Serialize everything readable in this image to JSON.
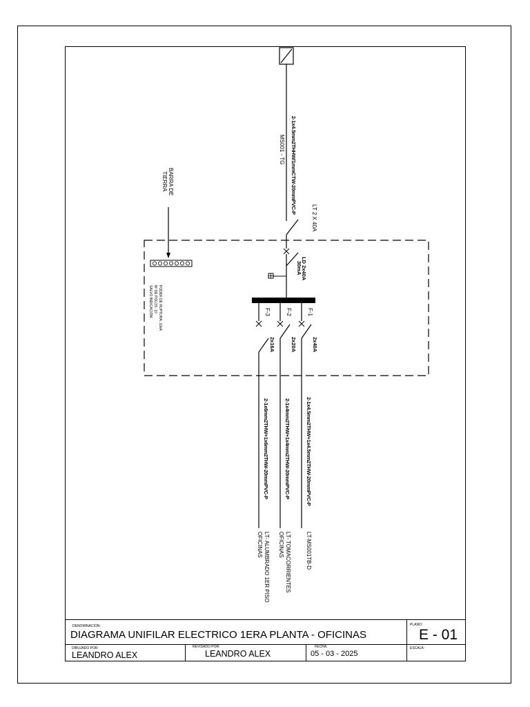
{
  "source": {
    "cable": "2-1x4.5mm2THHW/1mmCTW-20mmPVC-P",
    "id": "MS001 - TG"
  },
  "bus_ground": {
    "label_line1": "BARRA DE",
    "label_line2": "TIERRA"
  },
  "main_breaker": {
    "label": "LT 2 X 40A"
  },
  "differential": {
    "label_line1": "LD 2x40A",
    "label_line2": "30mA"
  },
  "notes": {
    "line1": "PODER DE RUPTURA: 10kA",
    "line2": "Nº DE POLOS: 10",
    "line3": "SALVO INDICACIÓN"
  },
  "circuits": [
    {
      "id": "F-1",
      "breaker": "2x40A",
      "cable": "2-1x4.5mm2THW+1x4.5mm2THW-20mmPVC-P",
      "destination_line1": "LT-MS001TB-D",
      "destination_line2": ""
    },
    {
      "id": "F-2",
      "breaker": "2x20A",
      "cable": "2-1x4mm2THW+1x4mm2THW-20mmPVC-P",
      "destination_line1": "LT- TOMACORRIENTES",
      "destination_line2": "OFICINAS"
    },
    {
      "id": "F-3",
      "breaker": "2x16A",
      "cable": "2-1x6mm2THW+1x6mm2THW-20mmPVC-P",
      "destination_line1": "LT- ALUMBRADO 1ER PISO",
      "destination_line2": "OFICINAS"
    }
  ],
  "title_block": {
    "denominacion_label": "DENOMINACIÓN:",
    "title": "DIAGRAMA UNIFILAR ELECTRICO 1ERA PLANTA - OFICINAS",
    "plano_label": "PLANO:",
    "plano_value": "E - 01",
    "dibujado_label": "DIBUJADO POR:",
    "dibujado_value": "LEANDRO ALEX",
    "revisado_label": "REVISADO POR:",
    "revisado_value": "LEANDRO ALEX",
    "fecha_label": "FECHA:",
    "fecha_value": "05 - 03 - 2025",
    "escala_label": "ESCALA:"
  }
}
